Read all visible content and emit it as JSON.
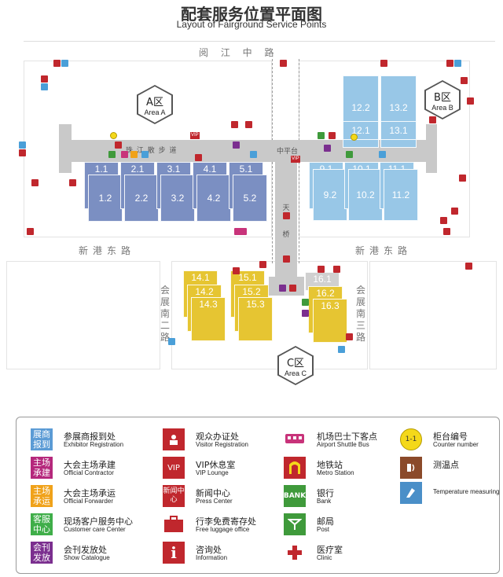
{
  "title": {
    "cn": "配套服务位置平面图",
    "en": "Layout of Fairground Service Points"
  },
  "roads": {
    "north": "阅 江 中 路",
    "south_left": "新港东路",
    "south_right": "新港东路",
    "west_c": "会展南二路",
    "east_c": "会展南三路",
    "center_plaza": "中平台",
    "bridge": "天桥",
    "walkway": "珠 江 散 步 道"
  },
  "areas": {
    "a": {
      "cn": "A区",
      "en": "Area A"
    },
    "b": {
      "cn": "B区",
      "en": "Area B"
    },
    "c": {
      "cn": "C区",
      "en": "Area C"
    }
  },
  "halls": {
    "h1_1": "1.1",
    "h1_2": "1.2",
    "h2_1": "2.1",
    "h2_2": "2.2",
    "h3_1": "3.1",
    "h3_2": "3.2",
    "h4_1": "4.1",
    "h4_2": "4.2",
    "h5_1": "5.1",
    "h5_2": "5.2",
    "h9_1": "9.1",
    "h9_2": "9.2",
    "h10_1": "10.1",
    "h10_2": "10.2",
    "h11_1": "11.1",
    "h11_2": "11.2",
    "h12_1": "12.1",
    "h12_2": "12.2",
    "h13_1": "13.1",
    "h13_2": "13.2",
    "h14_1": "14.1",
    "h14_2": "14.2",
    "h14_3": "14.3",
    "h15_1": "15.1",
    "h15_2": "15.2",
    "h15_3": "15.3",
    "h16_1": "16.1",
    "h16_2": "16.2",
    "h16_3": "16.3"
  },
  "vip_label": "VIP",
  "legend": [
    {
      "box": "展商报到",
      "cn": "参展商报到处",
      "en": "Exhibitor Registration",
      "color": "#5b9bd5",
      "icon": "exhibitor-registration-icon"
    },
    {
      "box": "主场承建",
      "cn": "大会主场承建",
      "en": "Official Contractor",
      "color": "#b5287c",
      "icon": "official-contractor-icon"
    },
    {
      "box": "主场承运",
      "cn": "大会主场承运",
      "en": "Official Forwarder",
      "color": "#f0a21a",
      "icon": "official-forwarder-icon"
    },
    {
      "box": "客服中心",
      "cn": "现场客户服务中心",
      "en": "Customer care Center",
      "color": "#3fae49",
      "icon": "customer-care-icon"
    },
    {
      "box": "会刊发放",
      "cn": "会刊发放处",
      "en": "Show Catalogue",
      "color": "#7b2f8f",
      "icon": "show-catalogue-icon"
    },
    {
      "box": "",
      "cn": "观众办证处",
      "en": "Visitor Registration",
      "color": "#c0272d",
      "icon": "visitor-registration-icon"
    },
    {
      "box": "VIP",
      "cn": "VIP休息室",
      "en": "VIP Lounge",
      "color": "#c0272d",
      "icon": "vip-lounge-icon"
    },
    {
      "box": "新闻中心",
      "cn": "新闻中心",
      "en": "Press Center",
      "color": "#c0272d",
      "icon": "press-center-icon"
    },
    {
      "box": "",
      "cn": "行李免费寄存处",
      "en": "Free luggage office",
      "color": "#c0272d",
      "icon": "luggage-icon"
    },
    {
      "box": "i",
      "cn": "咨询处",
      "en": "Information",
      "color": "#c0272d",
      "icon": "information-icon"
    },
    {
      "box": "",
      "cn": "机场巴士下客点",
      "en": "Airport Shuttle Bus",
      "color": "#c8337a",
      "icon": "shuttle-bus-icon"
    },
    {
      "box": "",
      "cn": "地铁站",
      "en": "Metro Station",
      "color": "#c0272d",
      "icon": "metro-icon"
    },
    {
      "box": "BANK",
      "cn": "银行",
      "en": "Bank",
      "color": "#3f9a3b",
      "icon": "bank-icon"
    },
    {
      "box": "",
      "cn": "邮局",
      "en": "Post",
      "color": "#3f9a3b",
      "icon": "post-icon"
    },
    {
      "box": "",
      "cn": "医疗室",
      "en": "Clinic",
      "color": "#c0272d",
      "icon": "clinic-icon"
    },
    {
      "box": "1-1",
      "cn": "柜台编号",
      "en": "Counter number",
      "color": "#f4d81a",
      "icon": "counter-number-icon"
    },
    {
      "box": "",
      "cn": "测温点",
      "en": "Temperature measuring",
      "color": "#8b4a2a",
      "icon": "temperature-icon"
    }
  ]
}
